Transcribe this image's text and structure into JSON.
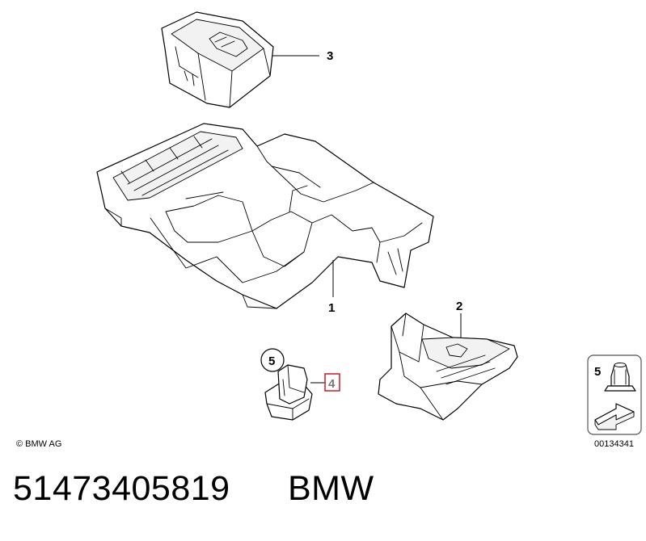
{
  "diagram": {
    "callouts": [
      {
        "id": "callout-1",
        "label": "1"
      },
      {
        "id": "callout-2",
        "label": "2"
      },
      {
        "id": "callout-3",
        "label": "3"
      },
      {
        "id": "callout-4",
        "label": "4"
      },
      {
        "id": "callout-5",
        "label": "5"
      },
      {
        "id": "callout-5-legend",
        "label": "5"
      }
    ],
    "copyright": "© BMW AG",
    "image_number": "00134341",
    "highlight_color": "#d7262e"
  },
  "caption": {
    "part_number": "51473405819",
    "maker": "BMW"
  }
}
